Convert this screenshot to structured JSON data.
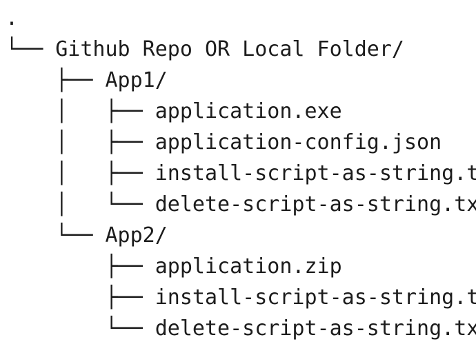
{
  "document": {
    "kind": "directory-tree",
    "background_color": "#ffffff",
    "text_color": "#1c1c1c"
  },
  "tree": {
    "lines": [
      {
        "prefix": "",
        "name": "."
      },
      {
        "prefix": "└── ",
        "name": "Github Repo OR Local Folder/"
      },
      {
        "prefix": "    ├── ",
        "name": "App1/"
      },
      {
        "prefix": "    │   ├── ",
        "name": "application.exe"
      },
      {
        "prefix": "    │   ├── ",
        "name": "application-config.json"
      },
      {
        "prefix": "    │   ├── ",
        "name": "install-script-as-string.txt"
      },
      {
        "prefix": "    │   └── ",
        "name": "delete-script-as-string.txt"
      },
      {
        "prefix": "    └── ",
        "name": "App2/"
      },
      {
        "prefix": "        ├── ",
        "name": "application.zip"
      },
      {
        "prefix": "        ├── ",
        "name": "install-script-as-string.txt"
      },
      {
        "prefix": "        └── ",
        "name": "delete-script-as-string.txt"
      }
    ]
  }
}
